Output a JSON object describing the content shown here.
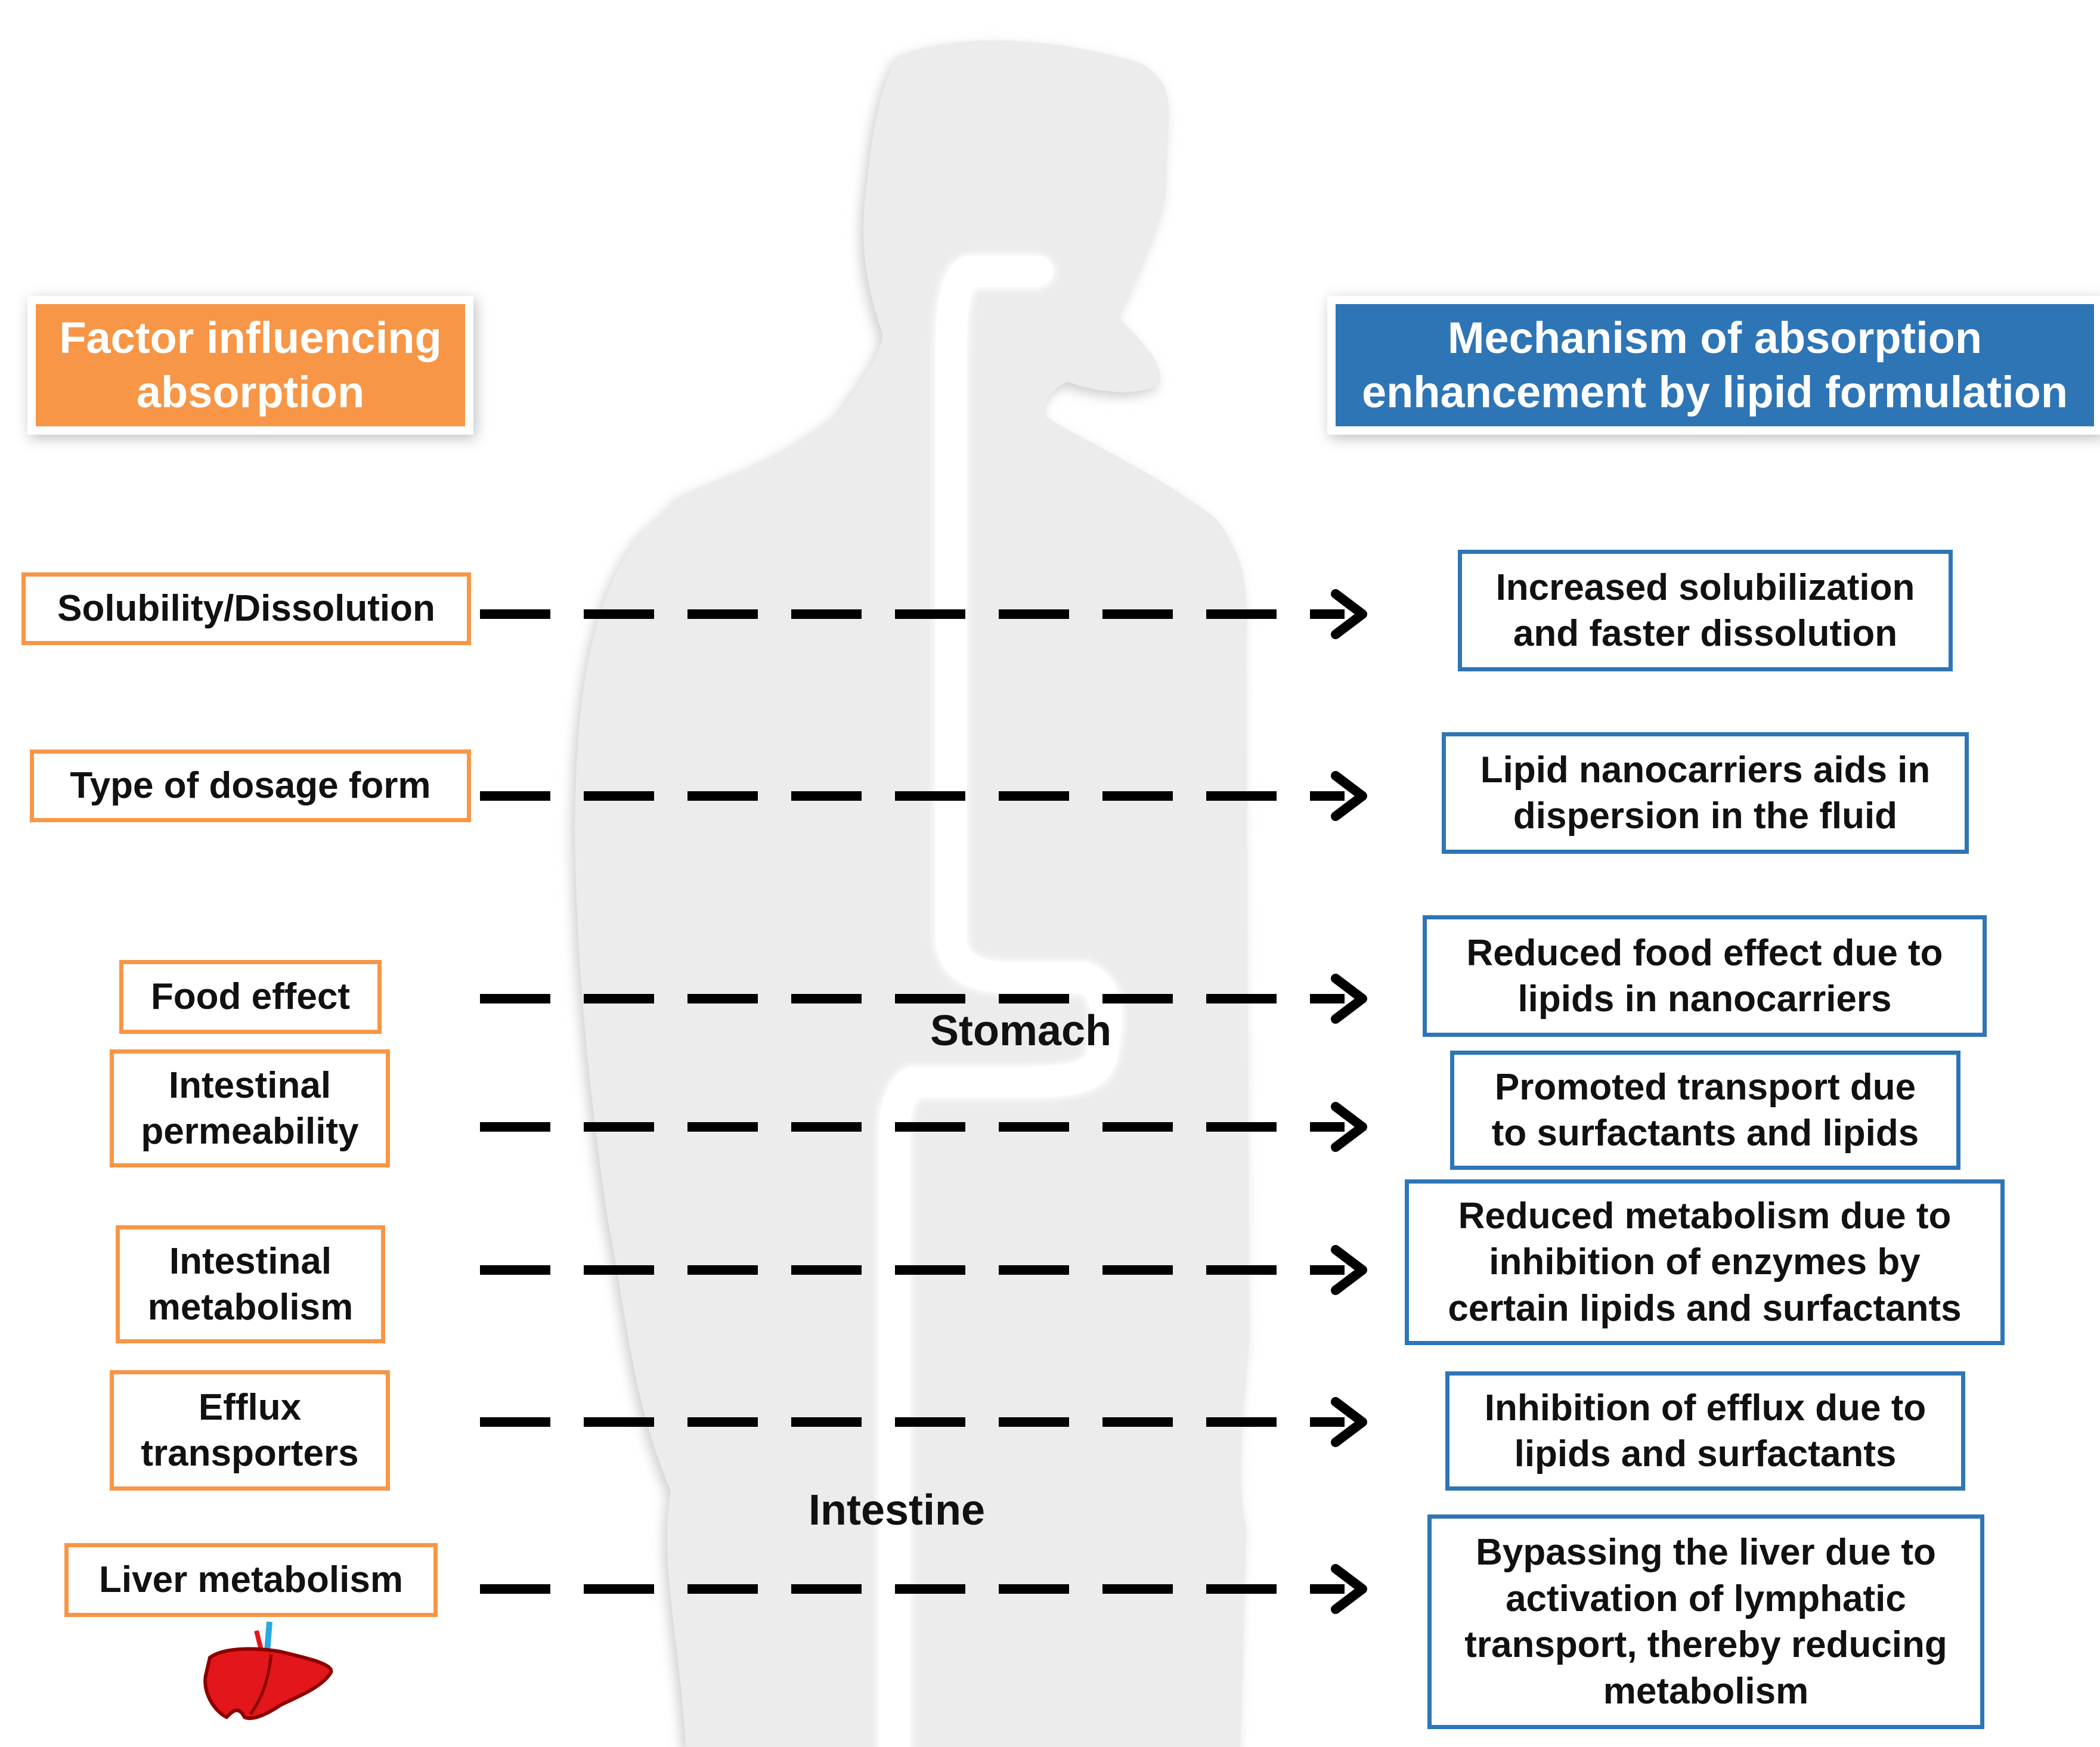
{
  "headers": {
    "factor": "Factor influencing\nabsorption",
    "mechanism": "Mechanism of absorption\nenhancement by lipid formulation"
  },
  "organs": {
    "stomach": "Stomach",
    "intestine": "Intestine"
  },
  "colors": {
    "factor_accent": "#f79646",
    "mechanism_accent": "#2e75b6",
    "silhouette": "#ececec",
    "gi_tract": "#ffffff",
    "liver": "#e3161b"
  },
  "icons": [
    "liver-icon",
    "human-silhouette"
  ],
  "rows": [
    {
      "factor": "Solubility/Dissolution",
      "mechanism": "Increased solubilization\nand faster dissolution"
    },
    {
      "factor": "Type of  dosage form",
      "mechanism": "Lipid nanocarriers aids in\ndispersion in the fluid"
    },
    {
      "factor": "Food effect",
      "mechanism": "Reduced food effect due to\nlipids in nanocarriers"
    },
    {
      "factor": "Intestinal\npermeability",
      "mechanism": "Promoted transport due\nto surfactants and lipids"
    },
    {
      "factor": "Intestinal\nmetabolism",
      "mechanism": "Reduced metabolism due to\ninhibition of enzymes by\ncertain lipids and surfactants"
    },
    {
      "factor": "Efflux\ntransporters",
      "mechanism": "Inhibition of efflux due to\nlipids and surfactants"
    },
    {
      "factor": "Liver metabolism",
      "mechanism": "Bypassing the liver due to\nactivation of lymphatic\ntransport, thereby reducing\nmetabolism"
    }
  ]
}
